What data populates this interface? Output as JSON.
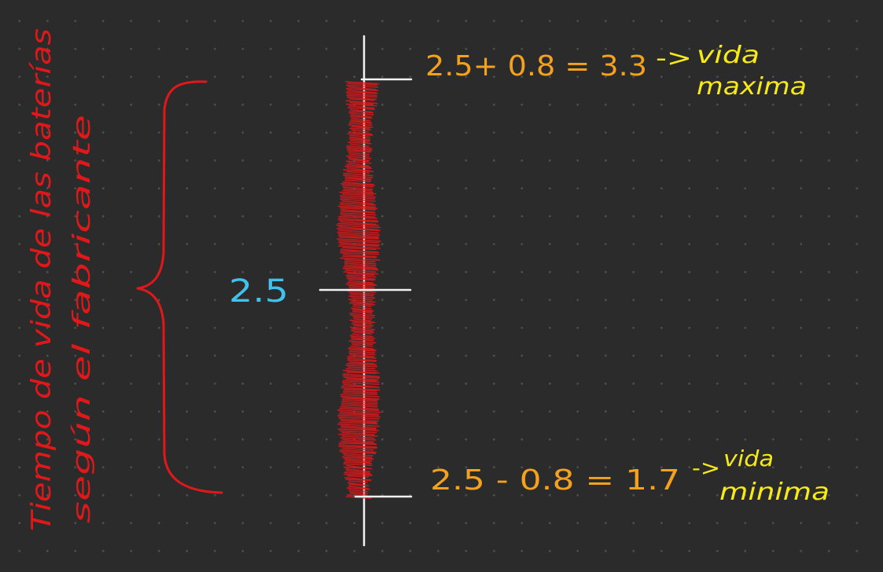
{
  "colors": {
    "background": "#2b2b2c",
    "axis": "#f2f2f2",
    "red": "#e0181a",
    "orange": "#f4a11d",
    "yellow": "#f7ea18",
    "cyan": "#3fc3ee"
  },
  "labels": {
    "center_value": "2.5",
    "upper_formula": "2.5+ 0.8 = 3.3",
    "upper_arrow": "->",
    "upper_note_line1": "vida",
    "upper_note_line2": "maxima",
    "lower_formula": "2.5 - 0.8 = 1.7",
    "lower_arrow": "->",
    "lower_note_line1": "vida",
    "lower_note_line2": "minima",
    "side_text_line1": "Tiempo de vida de las baterías",
    "side_text_line2": "según el fabricante"
  }
}
